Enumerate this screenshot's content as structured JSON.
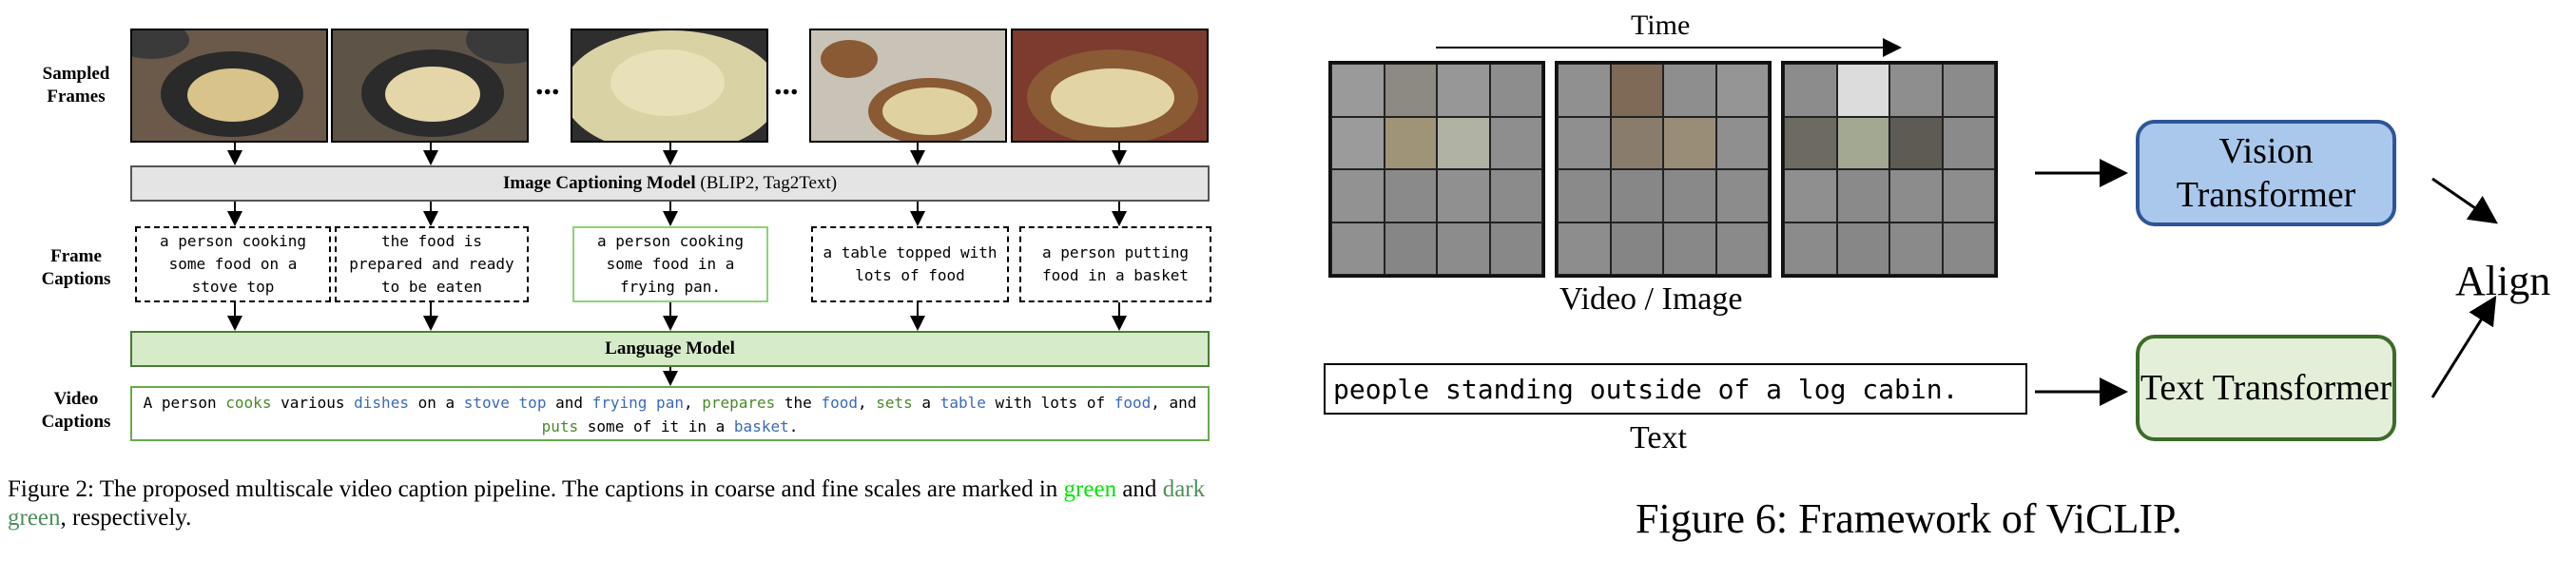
{
  "left_figure": {
    "row_labels": {
      "sampled_frames": "Sampled Frames",
      "frame_captions": "Frame Captions",
      "video_captions": "Video Captions"
    },
    "ellipsis": "...",
    "image_captioning_model": {
      "name": "Image Captioning Model",
      "detail": "(BLIP2, Tag2Text)"
    },
    "frame_captions": [
      "a person cooking some food on a stove top",
      "the food is prepared and ready to be eaten",
      "a person cooking some food in a frying pan.",
      "a table topped with lots of food",
      "a person putting food in a basket"
    ],
    "language_model": "Language Model",
    "video_caption_segments": [
      {
        "t": "A person ",
        "c": ""
      },
      {
        "t": "cooks",
        "c": "g"
      },
      {
        "t": " various ",
        "c": ""
      },
      {
        "t": "dishes",
        "c": "b"
      },
      {
        "t": " on a ",
        "c": ""
      },
      {
        "t": "stove top",
        "c": "b"
      },
      {
        "t": " and ",
        "c": ""
      },
      {
        "t": "frying pan",
        "c": "b"
      },
      {
        "t": ", ",
        "c": ""
      },
      {
        "t": "prepares",
        "c": "g"
      },
      {
        "t": " the ",
        "c": ""
      },
      {
        "t": "food",
        "c": "b"
      },
      {
        "t": ", ",
        "c": ""
      },
      {
        "t": "sets",
        "c": "g"
      },
      {
        "t": " a ",
        "c": ""
      },
      {
        "t": "table",
        "c": "b"
      },
      {
        "t": " with lots of ",
        "c": ""
      },
      {
        "t": "food",
        "c": "b"
      },
      {
        "t": ", and ",
        "c": ""
      },
      {
        "t": "puts",
        "c": "g"
      },
      {
        "t": " some of it in a ",
        "c": ""
      },
      {
        "t": "basket",
        "c": "b"
      },
      {
        "t": ".",
        "c": ""
      }
    ],
    "caption": {
      "part1": "Figure 2: The proposed multiscale video caption pipeline. The captions in coarse and fine scales are marked in ",
      "green": "green",
      "and": " and ",
      "dark_green": "dark green",
      "end": ", respectively."
    }
  },
  "right_figure": {
    "time_label": "Time",
    "video_image_label": "Video / Image",
    "text_input": "people standing outside of a log cabin.",
    "text_label": "Text",
    "vision_transformer": "Vision Transformer",
    "text_transformer": "Text Transformer",
    "align_label": "Align",
    "caption": "Figure 6: Framework of ViCLIP."
  },
  "colors": {
    "frame_caption_highlight": "#8fd17a",
    "language_model_fill": "#d6ebc8",
    "captioning_model_fill": "#e4e4e4",
    "vision_fill": "#a9c8ec",
    "vision_border": "#2f5597",
    "text_fill": "#e3efd9",
    "text_border": "#3d6b2a",
    "coarse_green": "#00e600",
    "fine_dark_green": "#4e8f5a"
  }
}
